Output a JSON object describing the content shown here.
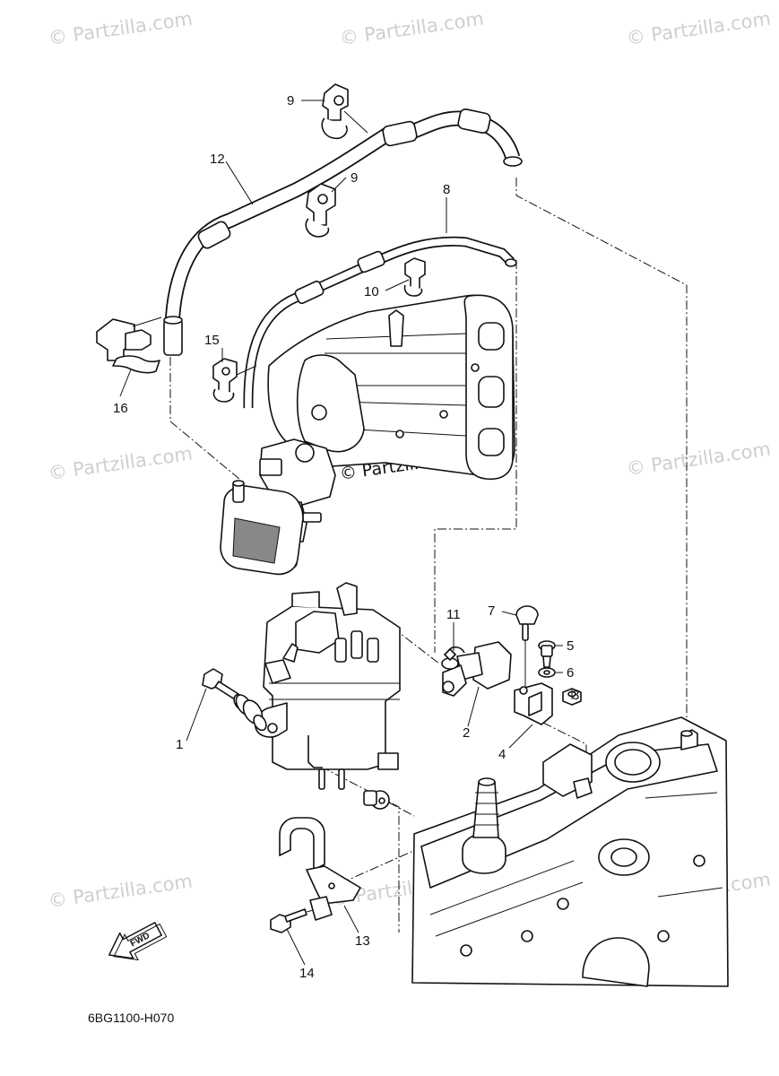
{
  "watermark": "© Partzilla.com",
  "diagram_code": "6BG1100-H070",
  "fwd_label": "FWD",
  "callouts": [
    "9",
    "12",
    "9",
    "8",
    "10",
    "15",
    "16",
    "11",
    "7",
    "5",
    "6",
    "3",
    "1",
    "2",
    "4",
    "13",
    "14"
  ]
}
